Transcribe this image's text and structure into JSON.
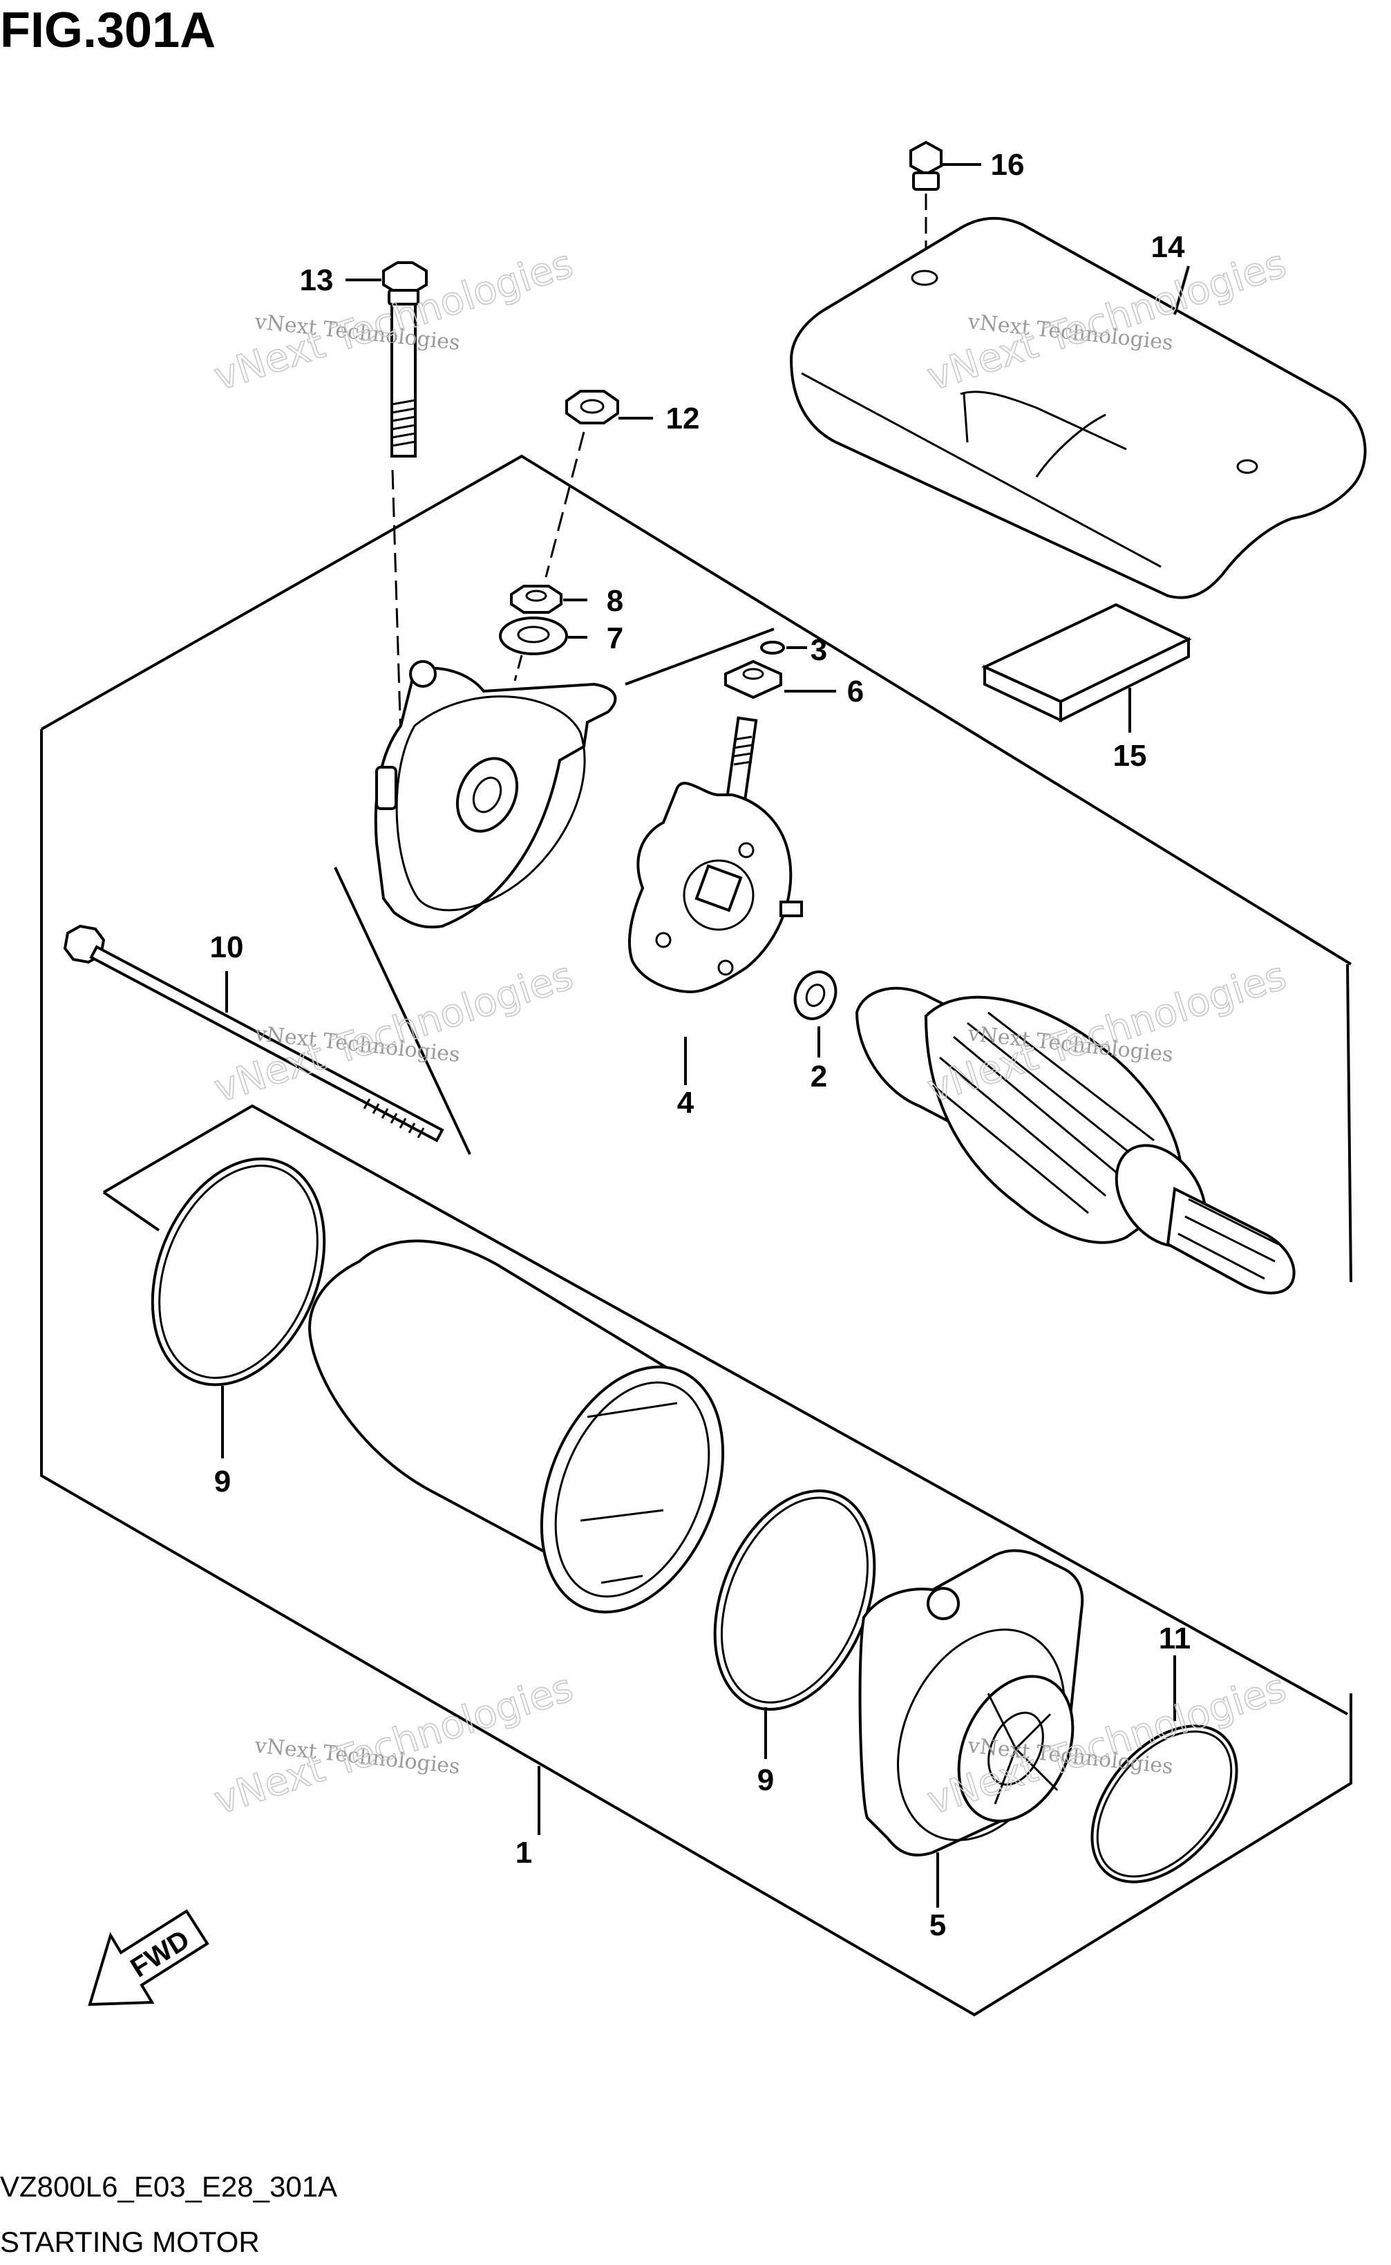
{
  "figure": {
    "title": "FIG.301A",
    "code": "VZ800L6_E03_E28_301A",
    "name": "STARTING MOTOR"
  },
  "direction": {
    "label": "FWD"
  },
  "watermark": {
    "line1": "vNext Technologies",
    "line2": "vNext Technologies"
  },
  "parts": [
    {
      "no": "1",
      "part": "motor-yoke"
    },
    {
      "no": "2",
      "part": "washer"
    },
    {
      "no": "3",
      "part": "o-ring-small"
    },
    {
      "no": "4",
      "part": "brush-holder"
    },
    {
      "no": "5",
      "part": "housing-end"
    },
    {
      "no": "6",
      "part": "terminal-insulator"
    },
    {
      "no": "7",
      "part": "washer-terminal"
    },
    {
      "no": "8",
      "part": "nut-terminal"
    },
    {
      "no": "9",
      "part": "o-ring"
    },
    {
      "no": "9",
      "part": "o-ring"
    },
    {
      "no": "10",
      "part": "bolt-long"
    },
    {
      "no": "11",
      "part": "o-ring-end"
    },
    {
      "no": "12",
      "part": "nut-cap"
    },
    {
      "no": "13",
      "part": "bolt-flange"
    },
    {
      "no": "14",
      "part": "cover"
    },
    {
      "no": "15",
      "part": "cushion"
    },
    {
      "no": "16",
      "part": "bolt-cover"
    }
  ]
}
